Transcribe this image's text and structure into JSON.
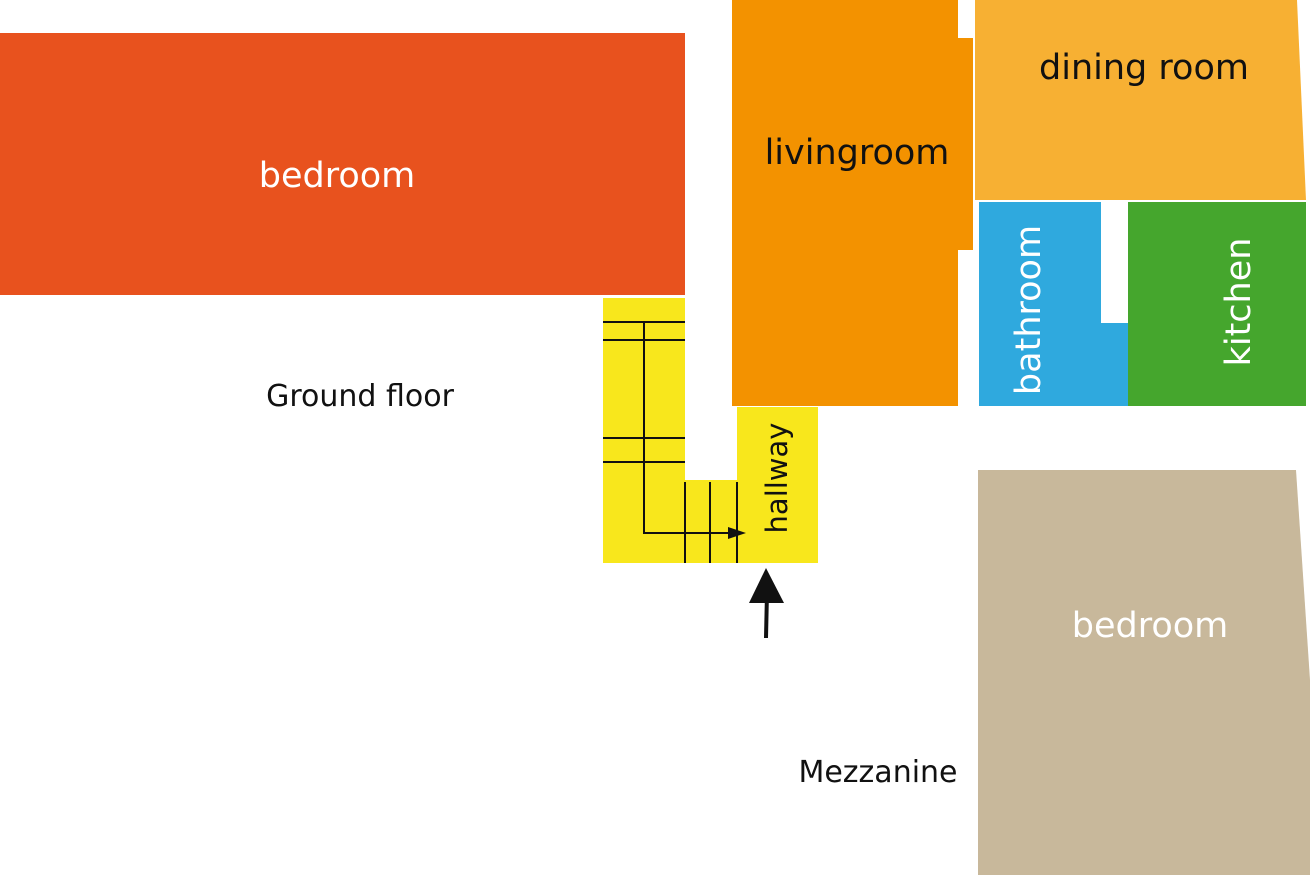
{
  "rooms": {
    "bedroom_ground": {
      "label": "bedroom",
      "color": "#e8521e"
    },
    "livingroom": {
      "label": "livingroom",
      "color": "#f39200"
    },
    "dining_room": {
      "label": "dining room",
      "color": "#f7b033"
    },
    "bathroom": {
      "label": "bathroom",
      "color": "#2fa9de"
    },
    "kitchen": {
      "label": "kitchen",
      "color": "#45a62d"
    },
    "hallway": {
      "label": "hallway",
      "color": "#f8e71c"
    },
    "bedroom_mezzanine": {
      "label": "bedroom",
      "color": "#c8b89b"
    }
  },
  "floors": {
    "ground": "Ground floor",
    "mezzanine": "Mezzanine"
  },
  "icons": {
    "entrance": "entrance-arrow-icon",
    "stairs": "staircase-icon"
  }
}
